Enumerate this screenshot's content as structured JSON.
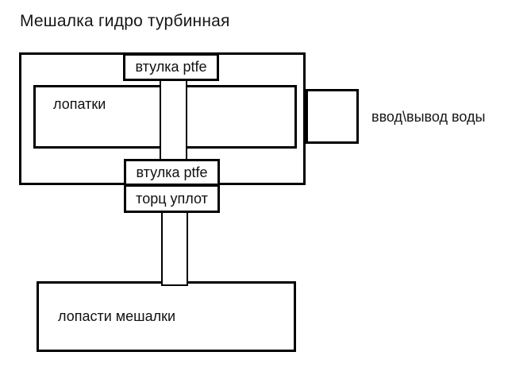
{
  "title": "Мешалка гидро турбинная",
  "labels": {
    "top_bushing": "втулка ptfe",
    "blades": "лопатки",
    "bottom_bushing": "втулка ptfe",
    "seal": "торц уплот",
    "paddles": "лопасти мешалки",
    "water_io": "ввод\\вывод воды"
  },
  "colors": {
    "line": "#000000",
    "background": "#ffffff",
    "text": "#161616"
  }
}
